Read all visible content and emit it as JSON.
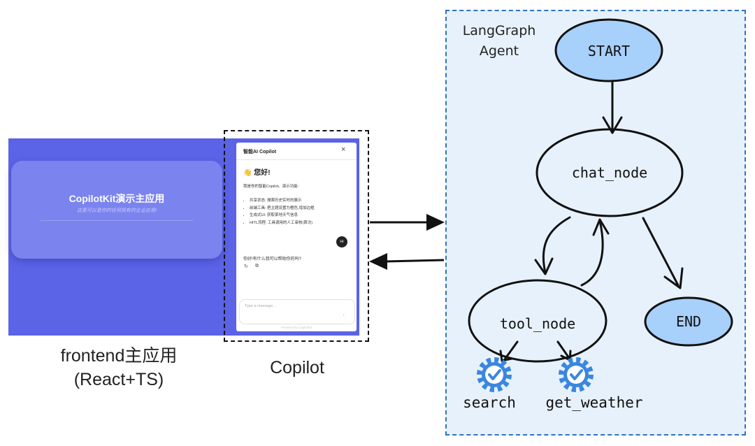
{
  "frontend": {
    "hero_title": "CopilotKit演示主应用",
    "hero_subtitle": "这里可以是你的任何现有的企业应用!",
    "caption_line1": "frontend主应用",
    "caption_line2": "(React+TS)"
  },
  "copilot": {
    "window_title": "智能AI Copilot",
    "close_icon": "×",
    "greeting": "👋 您好!",
    "intro": "我是你的智能Copilot。演示功能:",
    "features": [
      "共享状态: 搜索历史实时的展示",
      "前端工具: 把主题设置为橙色,增加边框",
      "生成式UI: 获取某地天气信息",
      "HITL流程: 工具调用的人工审核(首次)"
    ],
    "user_message": "Hi",
    "assistant_reply": "你好!有什么我可以帮助你的吗?",
    "regenerate_icon": "↻",
    "copy_icon": "⧉",
    "input_placeholder": "Type a message...",
    "send_icon": "↑",
    "powered_by": "Powered by CopilotKit",
    "caption": "Copilot"
  },
  "langgraph": {
    "agent_label_line1": "LangGraph",
    "agent_label_line2": "Agent",
    "nodes": {
      "start": "START",
      "chat": "chat_node",
      "tool": "tool_node",
      "end": "END"
    },
    "tools": [
      "search",
      "get_weather"
    ],
    "colors": {
      "panel": "#e7f1fb",
      "border": "#2f72c6",
      "terminal_node": "#a7d0fb",
      "tool_gear": "#3a87e0"
    }
  }
}
